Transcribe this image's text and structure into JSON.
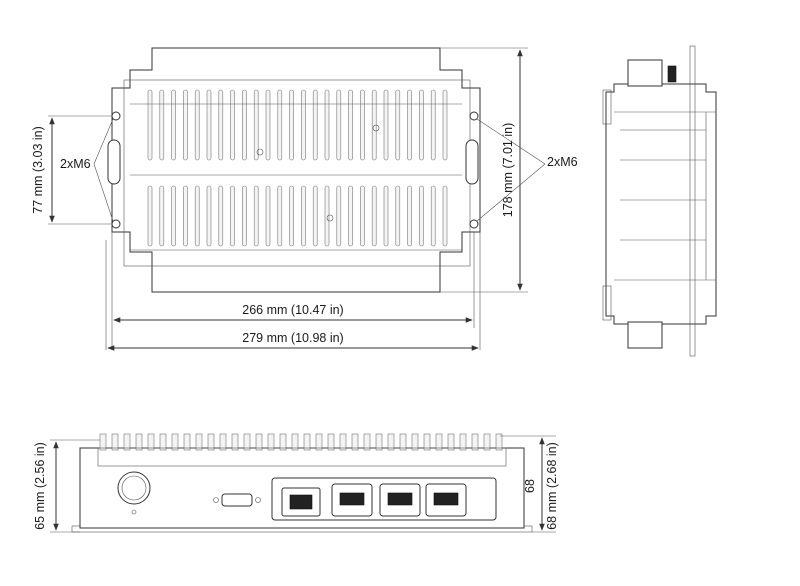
{
  "dimensions": {
    "width_inner": "266 mm (10.47 in)",
    "width_outer": "279 mm (10.98 in)",
    "height_left": "77 mm (3.03 in)",
    "height_right": "178 mm (7.01 in)",
    "front_height_left": "65 mm (2.56 in)",
    "front_height_right": "68 mm (2.68 in)",
    "front_small": "68"
  },
  "callouts": {
    "left_thread": "2xM6",
    "right_thread": "2xM6"
  },
  "colors": {
    "line": "#333333",
    "fin_fill": "#f4f4f4",
    "connector_dark": "#222222"
  }
}
